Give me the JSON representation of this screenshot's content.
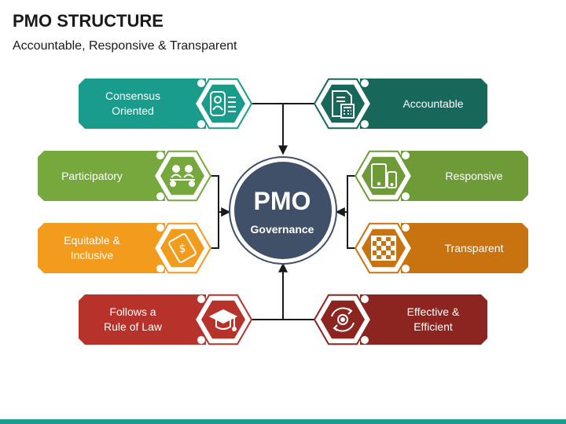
{
  "header": {
    "title": "PMO STRUCTURE",
    "subtitle": "Accountable, Responsive & Transparent"
  },
  "center": {
    "title": "PMO",
    "subtitle": "Governance",
    "color": "#3f5068"
  },
  "items": [
    {
      "label": "Consensus\nOriented",
      "color": "#1a9c8c",
      "icon": "user-list-icon"
    },
    {
      "label": "Participatory",
      "color": "#76a83d",
      "icon": "people-meeting-icon"
    },
    {
      "label": "Equitable &\nInclusive",
      "color": "#f29b1d",
      "icon": "money-icon"
    },
    {
      "label": "Follows a\nRule of Law",
      "color": "#b7322b",
      "icon": "graduation-cap-icon"
    },
    {
      "label": "Accountable",
      "color": "#17685b",
      "icon": "calculator-document-icon"
    },
    {
      "label": "Responsive",
      "color": "#6f9a38",
      "icon": "devices-icon"
    },
    {
      "label": "Transparent",
      "color": "#c97210",
      "icon": "checkerboard-icon"
    },
    {
      "label": "Effective &\nEfficient",
      "color": "#8c2520",
      "icon": "gear-cycle-icon"
    }
  ]
}
